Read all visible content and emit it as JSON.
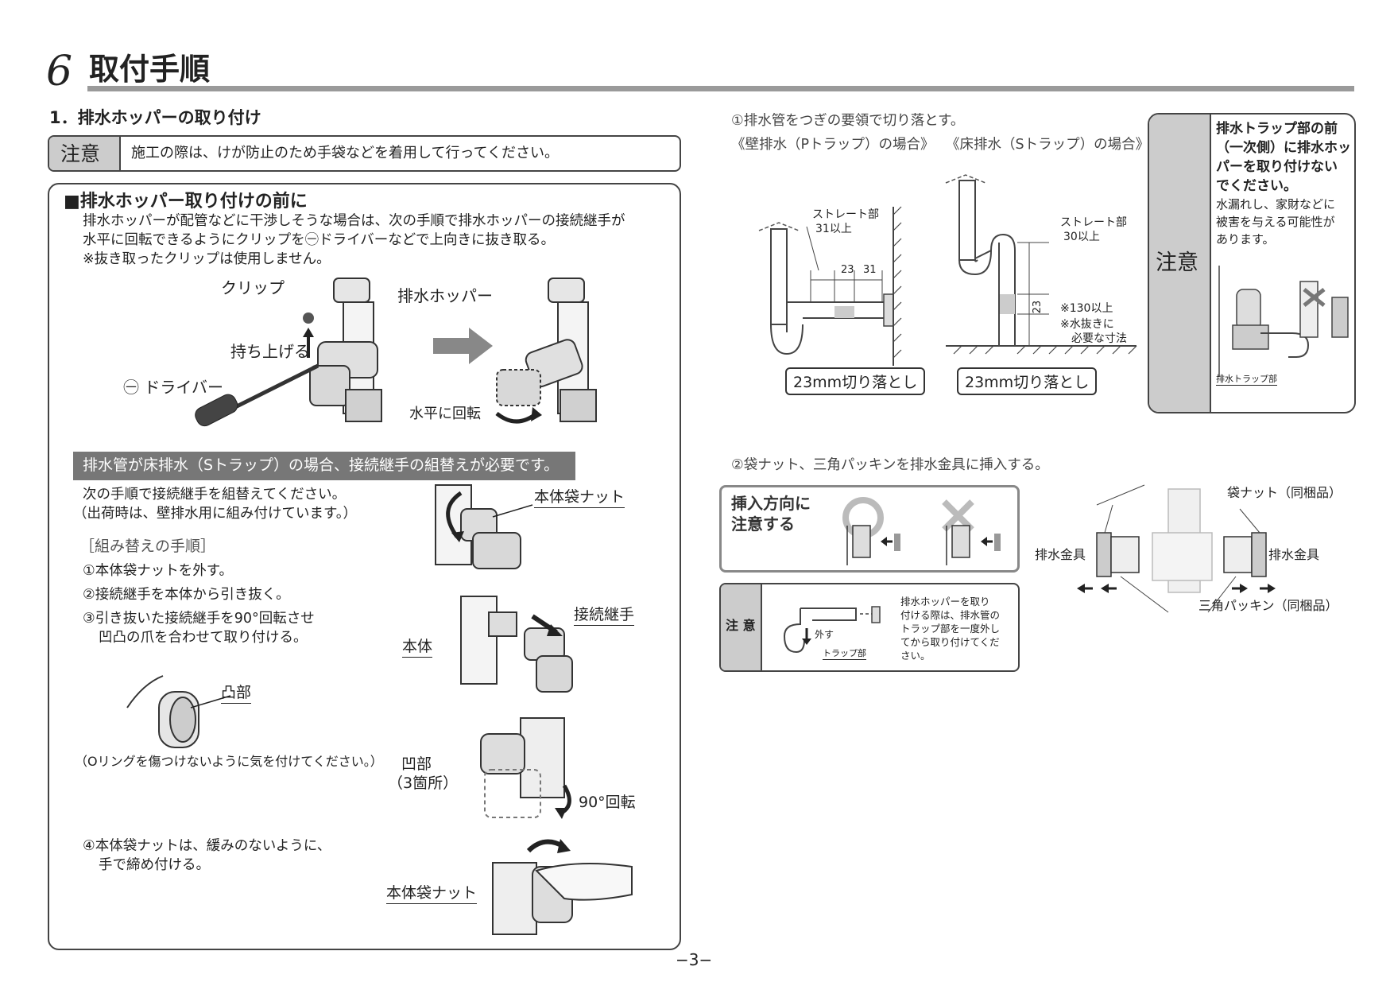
{
  "header": {
    "number": "6",
    "title": "取付手順"
  },
  "section1": {
    "title": "1．排水ホッパーの取り付け"
  },
  "caution_top": {
    "label": "注意",
    "text": "施工の際は、けが防止のため手袋などを着用して行ってください。"
  },
  "before_box": {
    "title": "■排水ホッパー取り付けの前に",
    "line1": "排水ホッパーが配管などに干渉しそうな場合は、次の手順で排水ホッパーの接続継手が",
    "line2": "水平に回転できるようにクリップを㊀ドライバーなどで上向きに抜き取る。",
    "line3": "※抜き取ったクリップは使用しません。",
    "fig_labels": {
      "clip": "クリップ",
      "hopper": "排水ホッパー",
      "lift": "持ち上げる",
      "driver": "㊀ ドライバー",
      "rotate": "水平に回転"
    },
    "banner": "排水管が床排水（Sトラップ）の場合、接続継手の組替えが必要です。",
    "intro1": "次の手順で接続継手を組替えてください。",
    "intro2": "（出荷時は、壁排水用に組み付けています。）",
    "steps_title": "［組み替えの手順］",
    "step1": "①本体袋ナットを外す。",
    "step2": "②接続継手を本体から引き抜く。",
    "step3a": "③引き抜いた接続継手を90°回転させ",
    "step3b": "凹凸の爪を合わせて取り付ける。",
    "label_nut": "本体袋ナット",
    "label_joint": "接続継手",
    "label_body": "本体",
    "label_convex": "凸部",
    "oring_note": "（Oリングを傷つけないように気を付けてください。）",
    "label_concave1": "凹部",
    "label_concave2": "（3箇所）",
    "label_rotate90": "90°回転",
    "step4a": "④本体袋ナットは、緩みのないように、",
    "step4b": "手で締め付ける。",
    "label_nut2": "本体袋ナット"
  },
  "right": {
    "step1_text": "①排水管をつぎの要領で切り落とす。",
    "wall_title": "《壁排水（Pトラップ）の場合》",
    "floor_title": "《床排水（Sトラップ）の場合》",
    "wall_straight1": "ストレート部",
    "wall_straight2": "31以上",
    "dim_23": "23",
    "dim_31": "31",
    "floor_straight1": "ストレート部",
    "floor_straight2": "30以上",
    "floor_dim_23": "23",
    "note130": "※130以上",
    "note_drain1": "※水抜きに",
    "note_drain2": "必要な寸法",
    "cut_label_wall": "23mm切り落とし",
    "cut_label_floor": "23mm切り落とし",
    "caution_right": {
      "label": "注意",
      "bold1": "排水トラップ部の前",
      "bold2": "（一次側）に排水ホッ",
      "bold3": "パーを取り付けない",
      "bold4": "でください。",
      "normal1": "水漏れし、家財などに",
      "normal2": "被害を与える可能性が",
      "normal3": "あります。",
      "trap_label": "排水トラップ部"
    },
    "step2_text": "②袋ナット、三角パッキンを排水金具に挿入する。",
    "insert_box": {
      "line1": "挿入方向に",
      "line2": "注意する"
    },
    "caution_small": {
      "label": "注 意",
      "remove": "外す",
      "trap": "トラップ部",
      "t1": "排水ホッパーを取り",
      "t2": "付ける際は、排水管の",
      "t3": "トラップ部を一度外し",
      "t4": "てから取り付けてくだ",
      "t5": "さい。"
    },
    "nut_label": "袋ナット（同梱品）",
    "fitting_left": "排水金具",
    "fitting_right": "排水金具",
    "packing_label": "三角パッキン（同梱品）"
  },
  "footer": {
    "page": "−3−"
  }
}
